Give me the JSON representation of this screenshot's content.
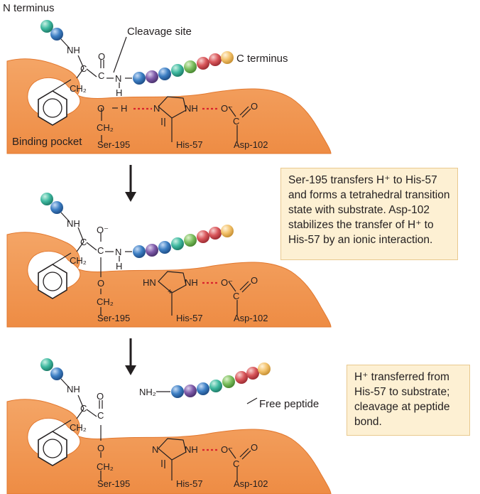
{
  "labels": {
    "n_terminus": "N terminus",
    "c_terminus": "C terminus",
    "cleavage_site": "Cleavage site",
    "binding_pocket": "Binding pocket",
    "free_peptide": "Free peptide",
    "ser": "Ser-195",
    "his": "His-57",
    "asp": "Asp-102"
  },
  "notes": {
    "step2": [
      "Ser-195 transfers H⁺ to His-57",
      "and forms a tetrahedral transition",
      "state with substrate. Asp-102",
      "stabilizes the transfer of H⁺ to",
      "His-57 by an ionic interaction."
    ],
    "step3": [
      "H⁺ transferred from",
      "His-57 to substrate;",
      "cleavage at peptide",
      "bond."
    ]
  },
  "chem": {
    "nh": "NH",
    "n": "N",
    "c": "C",
    "o": "O",
    "h": "H",
    "ch2": "CH₂",
    "nh2": "NH₂",
    "o_minus": "O⁻",
    "hn": "HN",
    "plus": "+"
  },
  "colors": {
    "protein": "#f19a56",
    "protein_dark": "#e2782f",
    "hbond": "#d9232e",
    "note_bg": "#fdf0d3",
    "bead_teal": "#3fb9a0",
    "bead_blue": "#3d7fc4",
    "bead_purple": "#7e5aa8",
    "bead_green": "#7cbf5f",
    "bead_red": "#d9575b",
    "bead_yellow": "#f3c26b"
  }
}
